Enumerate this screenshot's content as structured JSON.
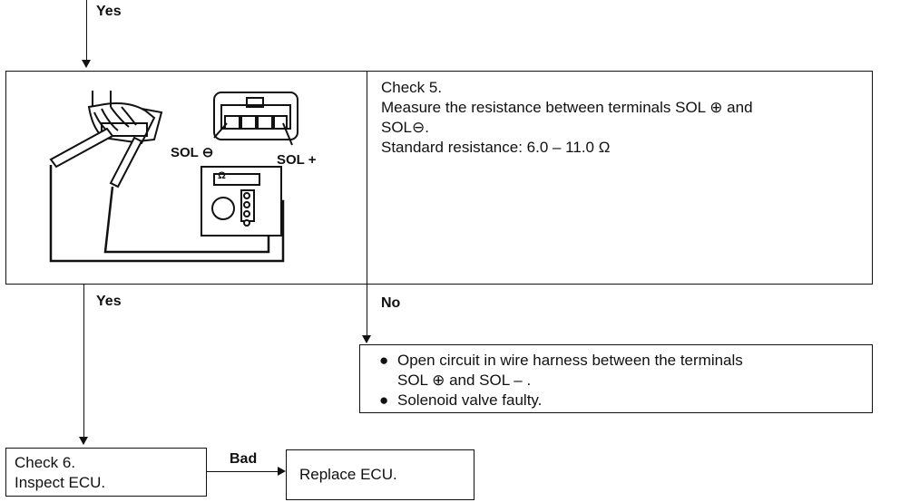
{
  "top": {
    "yes_label": "Yes"
  },
  "check5": {
    "title": "Check 5.",
    "line1": "Measure the resistance between terminals SOL ⊕ and",
    "line2": "SOL⊖.",
    "line3": "Standard resistance:  6.0 – 11.0 Ω"
  },
  "illustration": {
    "sol_minus_label": "SOL ⊖",
    "sol_plus_label": "SOL +",
    "meter_symbol": "Ω"
  },
  "branch": {
    "yes_label": "Yes",
    "no_label": "No"
  },
  "fault_box": {
    "bullet": "●",
    "item1_line1": "Open circuit in wire harness between the terminals",
    "item1_line2": "SOL ⊕ and SOL – .",
    "item2": "Solenoid valve faulty."
  },
  "check6": {
    "line1": "Check 6.",
    "line2": "Inspect ECU."
  },
  "bad_label": "Bad",
  "replace_box": {
    "text": "Replace ECU."
  }
}
